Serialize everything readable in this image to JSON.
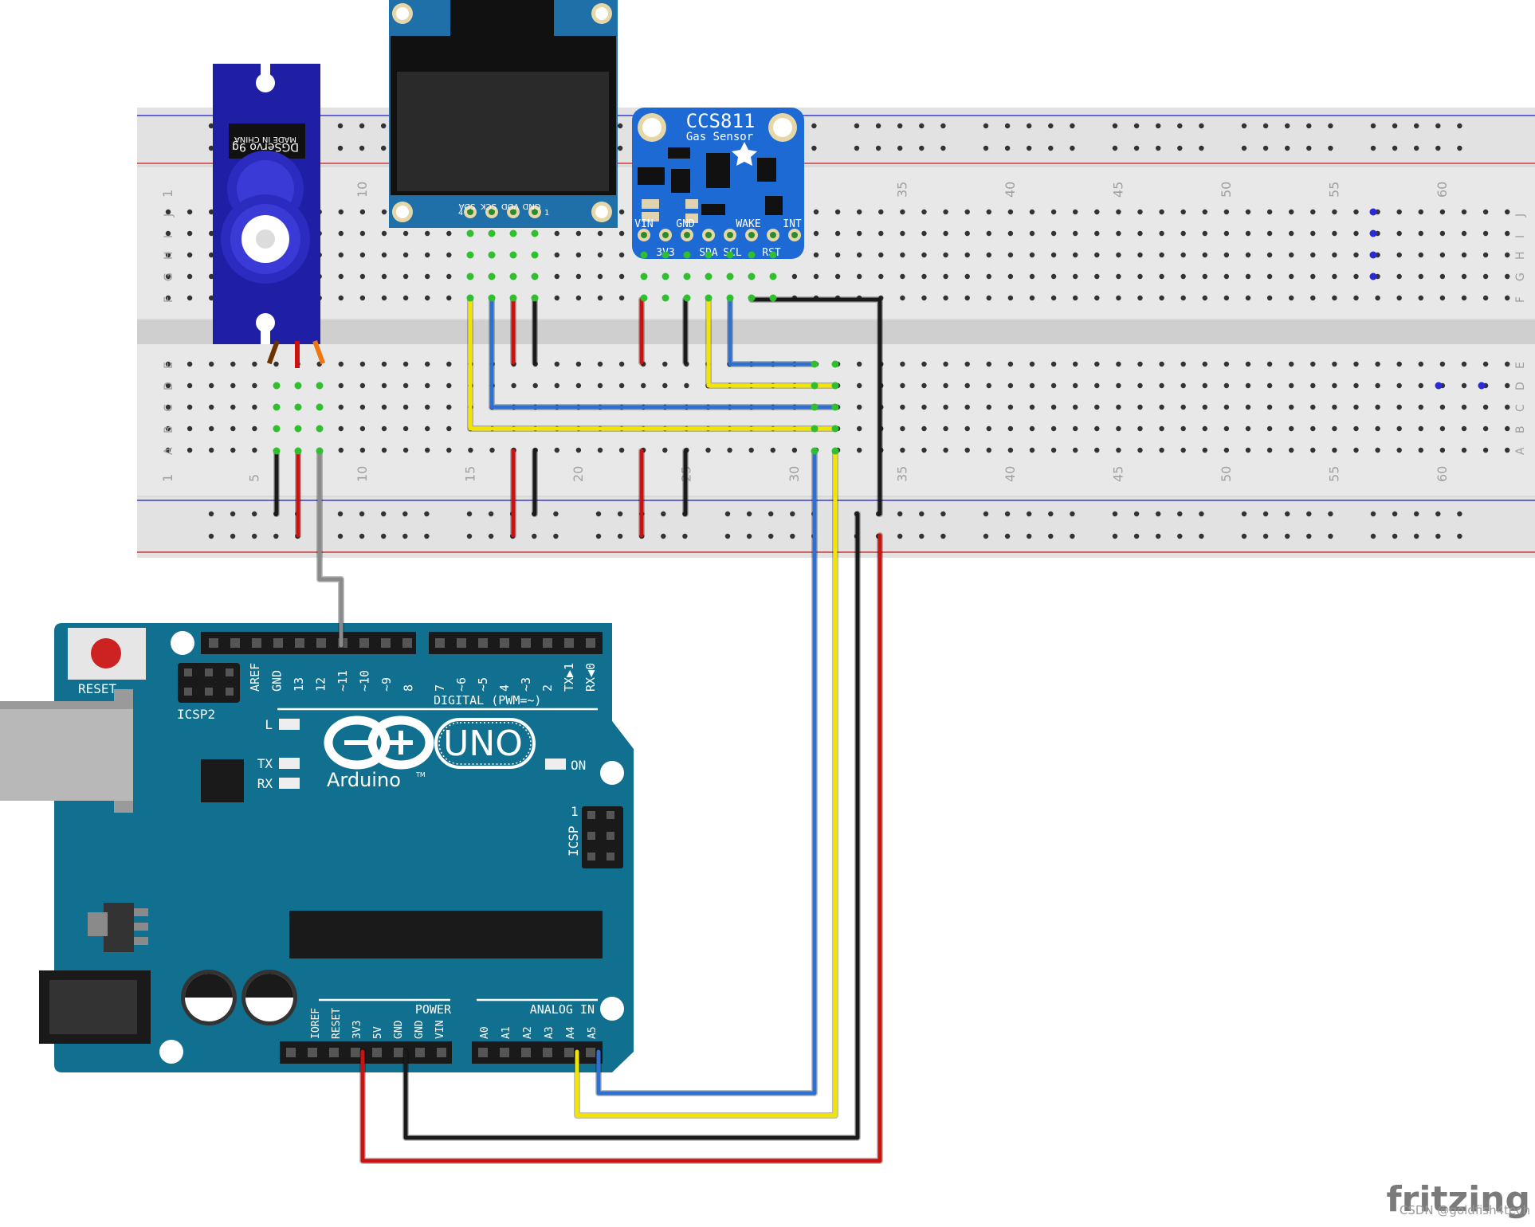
{
  "breadboard": {
    "row_letters_top": [
      "J",
      "I",
      "H",
      "G",
      "F"
    ],
    "row_letters_bottom": [
      "E",
      "D",
      "C",
      "B",
      "A"
    ],
    "column_numbers": [
      "1",
      "5",
      "10",
      "15",
      "20",
      "25",
      "30",
      "35",
      "40",
      "45",
      "50",
      "55",
      "60"
    ]
  },
  "servo": {
    "label_line1": "MADE IN CHINA",
    "label_line2": "DGServo 9g"
  },
  "oled": {
    "pins": [
      "GND",
      "VDD",
      "SCK",
      "SDA"
    ],
    "pin_left_mark": "4",
    "pin_right_mark": "1"
  },
  "ccs811": {
    "title": "CCS811",
    "subtitle": "Gas Sensor",
    "pins_top": [
      "VIN",
      "GND",
      "WAKE",
      "INT"
    ],
    "pins_bottom": [
      "3V3",
      "SDA",
      "SCL",
      "RST"
    ]
  },
  "arduino": {
    "reset_label": "RESET",
    "icsp2_label": "ICSP2",
    "icsp_label": "ICSP",
    "icsp_one": "1",
    "digital_label": "DIGITAL (PWM=~)",
    "pin_labels_left": [
      "AREF",
      "GND",
      "13",
      "12",
      "~11",
      "~10",
      "~9",
      "8"
    ],
    "pin_labels_right": [
      "7",
      "~6",
      "~5",
      "4",
      "~3",
      "2",
      "TX▶1",
      "RX◀0"
    ],
    "led_labels": [
      "L",
      "TX",
      "RX"
    ],
    "on_label": "ON",
    "logo_uno": "UNO",
    "logo_name": "Arduino",
    "logo_tm": "TM",
    "power_label": "POWER",
    "power_pins": [
      "IOREF",
      "RESET",
      "3V3",
      "5V",
      "GND",
      "GND",
      "VIN"
    ],
    "analog_label": "ANALOG IN",
    "analog_pins": [
      "A0",
      "A1",
      "A2",
      "A3",
      "A4",
      "A5"
    ]
  },
  "wire_colors": {
    "red": "#cc1111",
    "black": "#1a1a1a",
    "yellow": "#f2e600",
    "blue": "#2f6fcf",
    "gray": "#8a8a8a",
    "board_teal": "#11708f",
    "sensor_blue": "#1e6ad4",
    "servo_blue": "#1f1fa6"
  },
  "brand": "fritzing",
  "watermark": "CSDN @goldfish4tech"
}
